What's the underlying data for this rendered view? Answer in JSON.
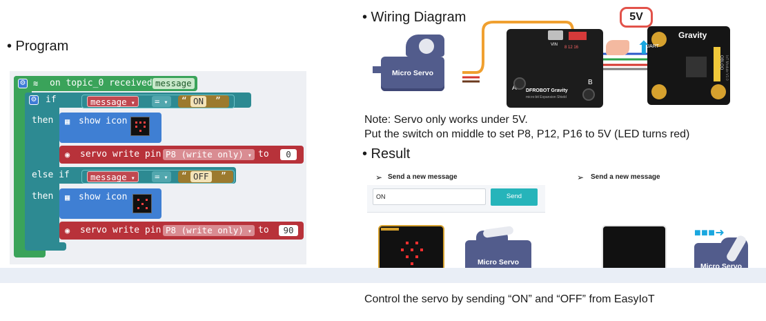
{
  "headings": {
    "program": "• Program",
    "wiring": "• Wiring Diagram",
    "result": "• Result"
  },
  "program": {
    "event_prefix": "on topic_0 received",
    "event_param": "message",
    "if_label": "if",
    "else_if_label": "else if",
    "then_label": "then",
    "var_name": "message",
    "operator": "=",
    "string_on": "ON",
    "string_off": "OFF",
    "show_icon_label": "show icon",
    "servo_label": "servo write pin",
    "pin": "P8 (write only)",
    "to_label": "to",
    "angle_on": "0",
    "angle_off": "90"
  },
  "wiring": {
    "voltage_label": "5V",
    "servo_label": "Micro Servo",
    "gravity_label": "Gravity",
    "uart_label": "UART",
    "board_a": "A",
    "board_b": "B",
    "vin_label": "VIN",
    "pins_label": "8 12 16",
    "brand_label": "DFROBOT Gravity",
    "shield_label": "micro:bit Expansion Shield",
    "module_side_label": "OBLOQ",
    "module_version": "IoT Module V1.0"
  },
  "notes": {
    "line1": "Note: Servo only works under 5V.",
    "line2": "Put the switch on middle to set P8, P12, P16 to 5V (LED turns red)"
  },
  "result": {
    "send_title_1": "Send a new message",
    "send_title_2": "Send a new message",
    "input_value": "ON",
    "send_button": "Send",
    "servo_label_1": "Micro Servo",
    "servo_label_2": "Micro Servo",
    "caption": "Control the servo by sending “ON” and “OFF” from EasyIoT"
  },
  "colors": {
    "event_block": "#3aa35a",
    "logic_block": "#2d8a92",
    "display_block": "#3f7fd3",
    "servo_block": "#b8323a",
    "text_block": "#9c7a2e",
    "send_button": "#26b4ba"
  }
}
